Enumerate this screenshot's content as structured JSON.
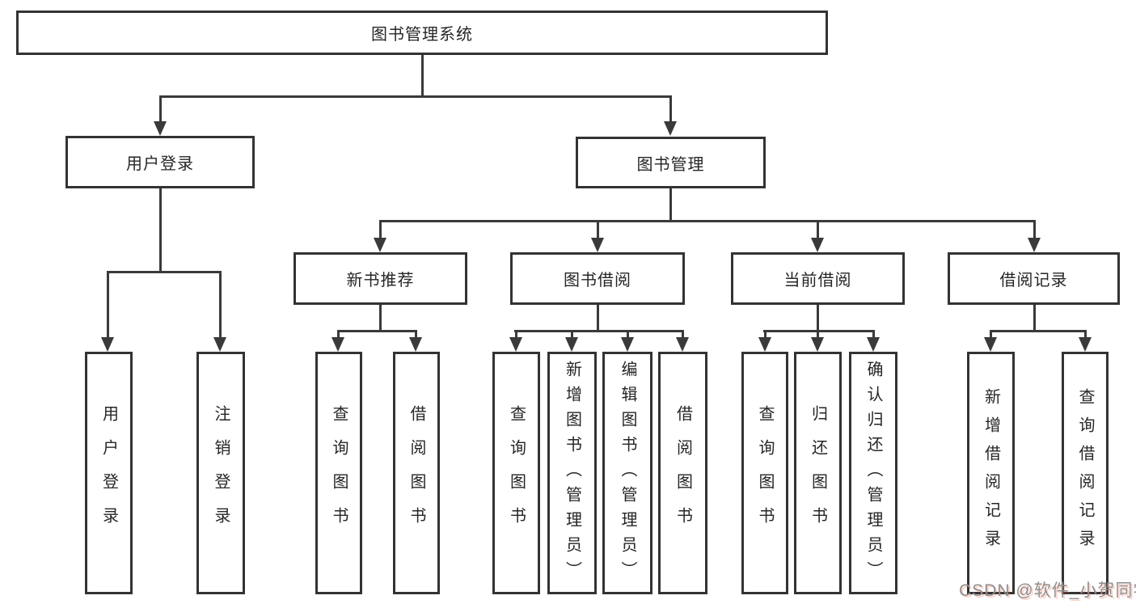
{
  "diagram": {
    "root": {
      "label": "图书管理系统"
    },
    "branches": [
      {
        "label": "用户登录",
        "children": [
          {
            "label": "用户登录"
          },
          {
            "label": "注销登录"
          }
        ]
      },
      {
        "label": "图书管理",
        "children": [
          {
            "label": "新书推荐",
            "children": [
              {
                "label": "查询图书"
              },
              {
                "label": "借阅图书"
              }
            ]
          },
          {
            "label": "图书借阅",
            "children": [
              {
                "label": "查询图书"
              },
              {
                "label": "新增图书（管理员）"
              },
              {
                "label": "编辑图书（管理员）"
              },
              {
                "label": "借阅图书"
              }
            ]
          },
          {
            "label": "当前借阅",
            "children": [
              {
                "label": "查询图书"
              },
              {
                "label": "归还图书"
              },
              {
                "label": "确认归还（管理员）"
              }
            ]
          },
          {
            "label": "借阅记录",
            "children": [
              {
                "label": "新增借阅记录"
              },
              {
                "label": "查询借阅记录"
              }
            ]
          }
        ]
      }
    ],
    "colors": {
      "line": "#3a3a3a",
      "box_border": "#333333",
      "text": "#262626",
      "background": "#ffffff",
      "watermark_gray": "#8f8f8f",
      "watermark_red": "#fc5531"
    },
    "watermark": "CSDN @软件_小贺同学"
  }
}
